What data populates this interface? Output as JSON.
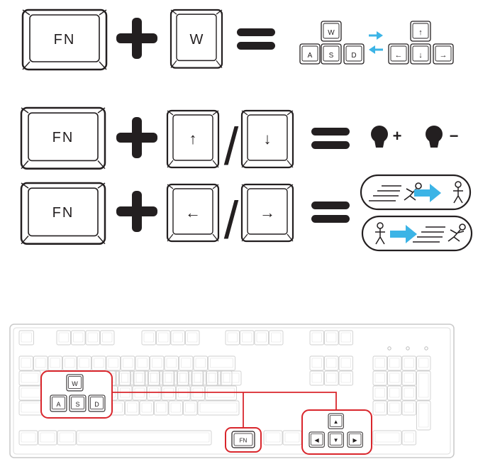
{
  "colors": {
    "ink": "#231f20",
    "accent_blue": "#3cb4e6",
    "highlight_red": "#d9262c",
    "keyboard_outline": "#c8c8c8"
  },
  "legend": {
    "fn_label": "FN",
    "w_label": "W",
    "a_label": "A",
    "s_label": "S",
    "d_label": "D",
    "up_arrow": "↑",
    "down_arrow": "↓",
    "left_arrow": "←",
    "right_arrow": "→",
    "slash": "/",
    "brightness_plus": "+",
    "brightness_minus": "−"
  },
  "keyboard": {
    "fn_label": "FN",
    "w_label": "W",
    "a_label": "A",
    "s_label": "S",
    "d_label": "D",
    "up_glyph": "▲",
    "down_glyph": "▼",
    "left_glyph": "◀",
    "right_glyph": "▶"
  },
  "icons": {
    "plus": "plus-icon",
    "equals": "equals-icon",
    "bulb": "lightbulb-icon",
    "swap": "swap-arrows-icon",
    "speed": "running-figure-icon"
  }
}
